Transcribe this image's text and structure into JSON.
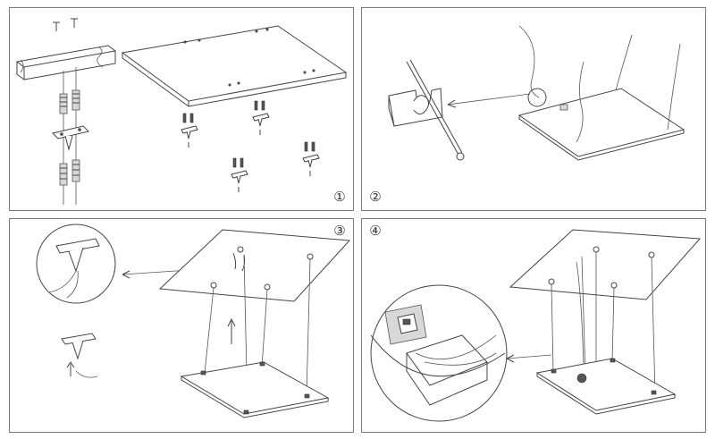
{
  "steps": [
    {
      "number": "①",
      "description": ""
    },
    {
      "number": "②",
      "description": ""
    },
    {
      "number": "③",
      "description": ""
    },
    {
      "number": "④",
      "description": ""
    }
  ]
}
